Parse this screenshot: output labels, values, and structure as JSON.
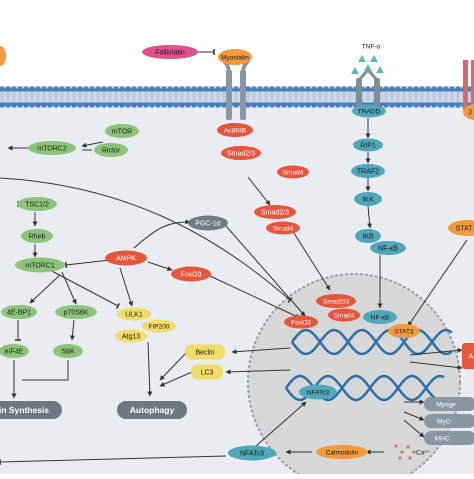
{
  "colors": {
    "cytoplasm": "#e9edf2",
    "membrane_blue": "#4a7fbf",
    "membrane_lipid": "#bfc7d0",
    "nucleus": "#d6d8d8",
    "green": "#8cc47a",
    "orange": "#f29a3c",
    "red": "#e8553d",
    "teal": "#4fa7b9",
    "yellow": "#f0dc66",
    "grey": "#6f7b85",
    "pink": "#e0508a",
    "receptor_grey": "#8a96a3"
  },
  "nodes": {
    "follistatin": "Follistatin",
    "myostatin": "Myostatin",
    "actriib": "ActRIIB",
    "smad23_top": "Smad2/3",
    "smad4_top": "Smad4",
    "smad23_mid": "Smad2/3",
    "smad4_mid": "Smad4",
    "tnfa": "TNF-α",
    "tradd": "TRADD",
    "rip1": "RIP1",
    "traf2": "TRAF2",
    "ikk": "IKK",
    "ikb": "IKB",
    "nfkb": "NF-κB",
    "mtor": "mTOR",
    "rictor": "Rictor",
    "mtorc2": "mTORC2",
    "tsc12": "TSC1/2",
    "rheb": "Rheb",
    "mtorc1": "mTORC1",
    "ampk": "AMPK",
    "pgc1a": "PGC-1α",
    "foxo3_cyto": "FoxO3",
    "ebp1": "4E-BP1",
    "p70s6k": "p70S6K",
    "eif4e": "eIF4E",
    "s6k": "S6K",
    "ulk1": "ULK1",
    "fip200": "FIP200",
    "atg13": "Atg13",
    "beclin": "Beclin",
    "lc3": "LC3",
    "protein_synthesis": "in Synthesis",
    "autophagy": "Autophagy",
    "smad23_nuc": "Smad2/3",
    "smad4_nuc": "Smad4",
    "foxo3_nuc": "FoxO3",
    "nfkb_nuc": "NF-κB",
    "stat3_nuc": "STAT3",
    "nfatc3_nuc": "NFATc3",
    "nfatc3_cyto": "NFATc3",
    "calmodulin": "Calmodulin",
    "ca": "Ca²⁺",
    "stat_right": "STAT",
    "j_right": "J",
    "myogen": "Myoge",
    "myo": "MyO",
    "mhc": "MHC",
    "a_right": "A"
  }
}
